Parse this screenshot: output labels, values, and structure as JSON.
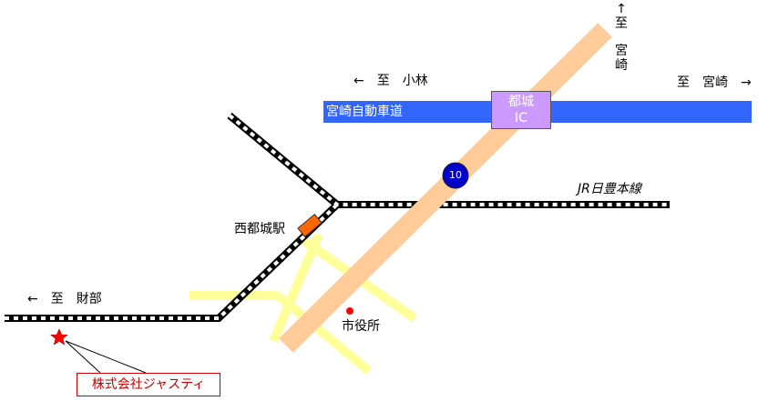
{
  "labels": {
    "north_arrow": "↑",
    "north_to": "至",
    "north_city_1": "宮",
    "north_city_2": "崎",
    "west_kobayashi": "←　至　小林",
    "east_miyazaki": "至　宮崎　→",
    "highway": "宮崎自動車道",
    "ic_line1": "都城",
    "ic_line2": "IC",
    "route_number": "10",
    "jr_line": "JR日豊本線",
    "station": "西都城駅",
    "city_hall": "市役所",
    "west_takarabe": "←　至　財部",
    "company": "株式会社ジャスティ"
  },
  "colors": {
    "highway": "#3366ff",
    "ic": "#cc99ff",
    "national_route": "#ffcc99",
    "local_road": "#ffff99",
    "route_circle": "#0000cc",
    "station": "#ff6600",
    "marker": "#ff0000",
    "company_text": "#cc0000"
  },
  "icons": {
    "company_marker": "star",
    "city_hall_marker": "dot"
  }
}
